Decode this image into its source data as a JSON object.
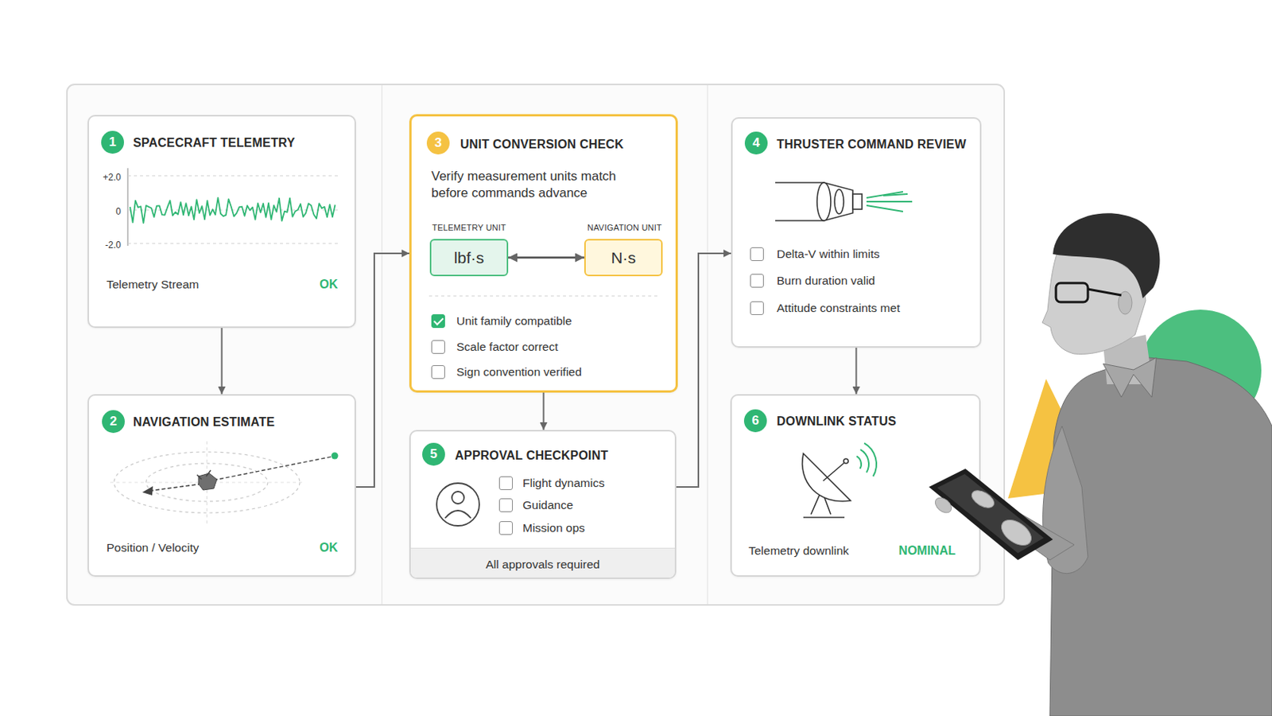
{
  "diagram": {
    "nodes": [
      {
        "text": [
          "1",
          "SPACECRAFT TELEMETRY",
          "+2.0",
          "0",
          "-2.0",
          "Telemetry Stream",
          "OK"
        ]
      },
      {
        "text": [
          "2",
          "NAVIGATION ESTIMATE",
          "Position / Velocity",
          "OK"
        ]
      },
      {
        "text": [
          "3",
          "UNIT CONVERSION CHECK",
          "Verify measurement units match before commands advance",
          "TELEMETRY UNIT",
          "NAVIGATION UNIT",
          "Unit family compatible",
          "Scale factor correct",
          "Sign convention verified"
        ]
      },
      {
        "text": [
          "lbf·s"
        ],
        "in": 2
      },
      {
        "text": [
          "N·s"
        ],
        "in": 2
      },
      {
        "text": [
          "4",
          "THRUSTER COMMAND REVIEW",
          "Delta-V within limits",
          "Burn duration valid",
          "Attitude constraints met"
        ]
      },
      {
        "text": [
          "5",
          "APPROVAL CHECKPOINT",
          "Flight dynamics",
          "Guidance",
          "Mission ops",
          "All approvals required"
        ]
      },
      {
        "text": [
          "6",
          "DOWNLINK STATUS",
          "Telemetry downlink",
          "NOMINAL"
        ]
      }
    ],
    "edges": [
      {
        "from": 0,
        "to": 1,
        "arrow": "to"
      },
      {
        "from": 1,
        "to": 2,
        "arrow": "to"
      },
      {
        "from": 3,
        "to": 4,
        "arrow": "both"
      },
      {
        "from": 2,
        "to": 6,
        "arrow": "to"
      },
      {
        "from": 6,
        "to": 5,
        "arrow": "to"
      },
      {
        "from": 5,
        "to": 7,
        "arrow": "to"
      }
    ]
  }
}
